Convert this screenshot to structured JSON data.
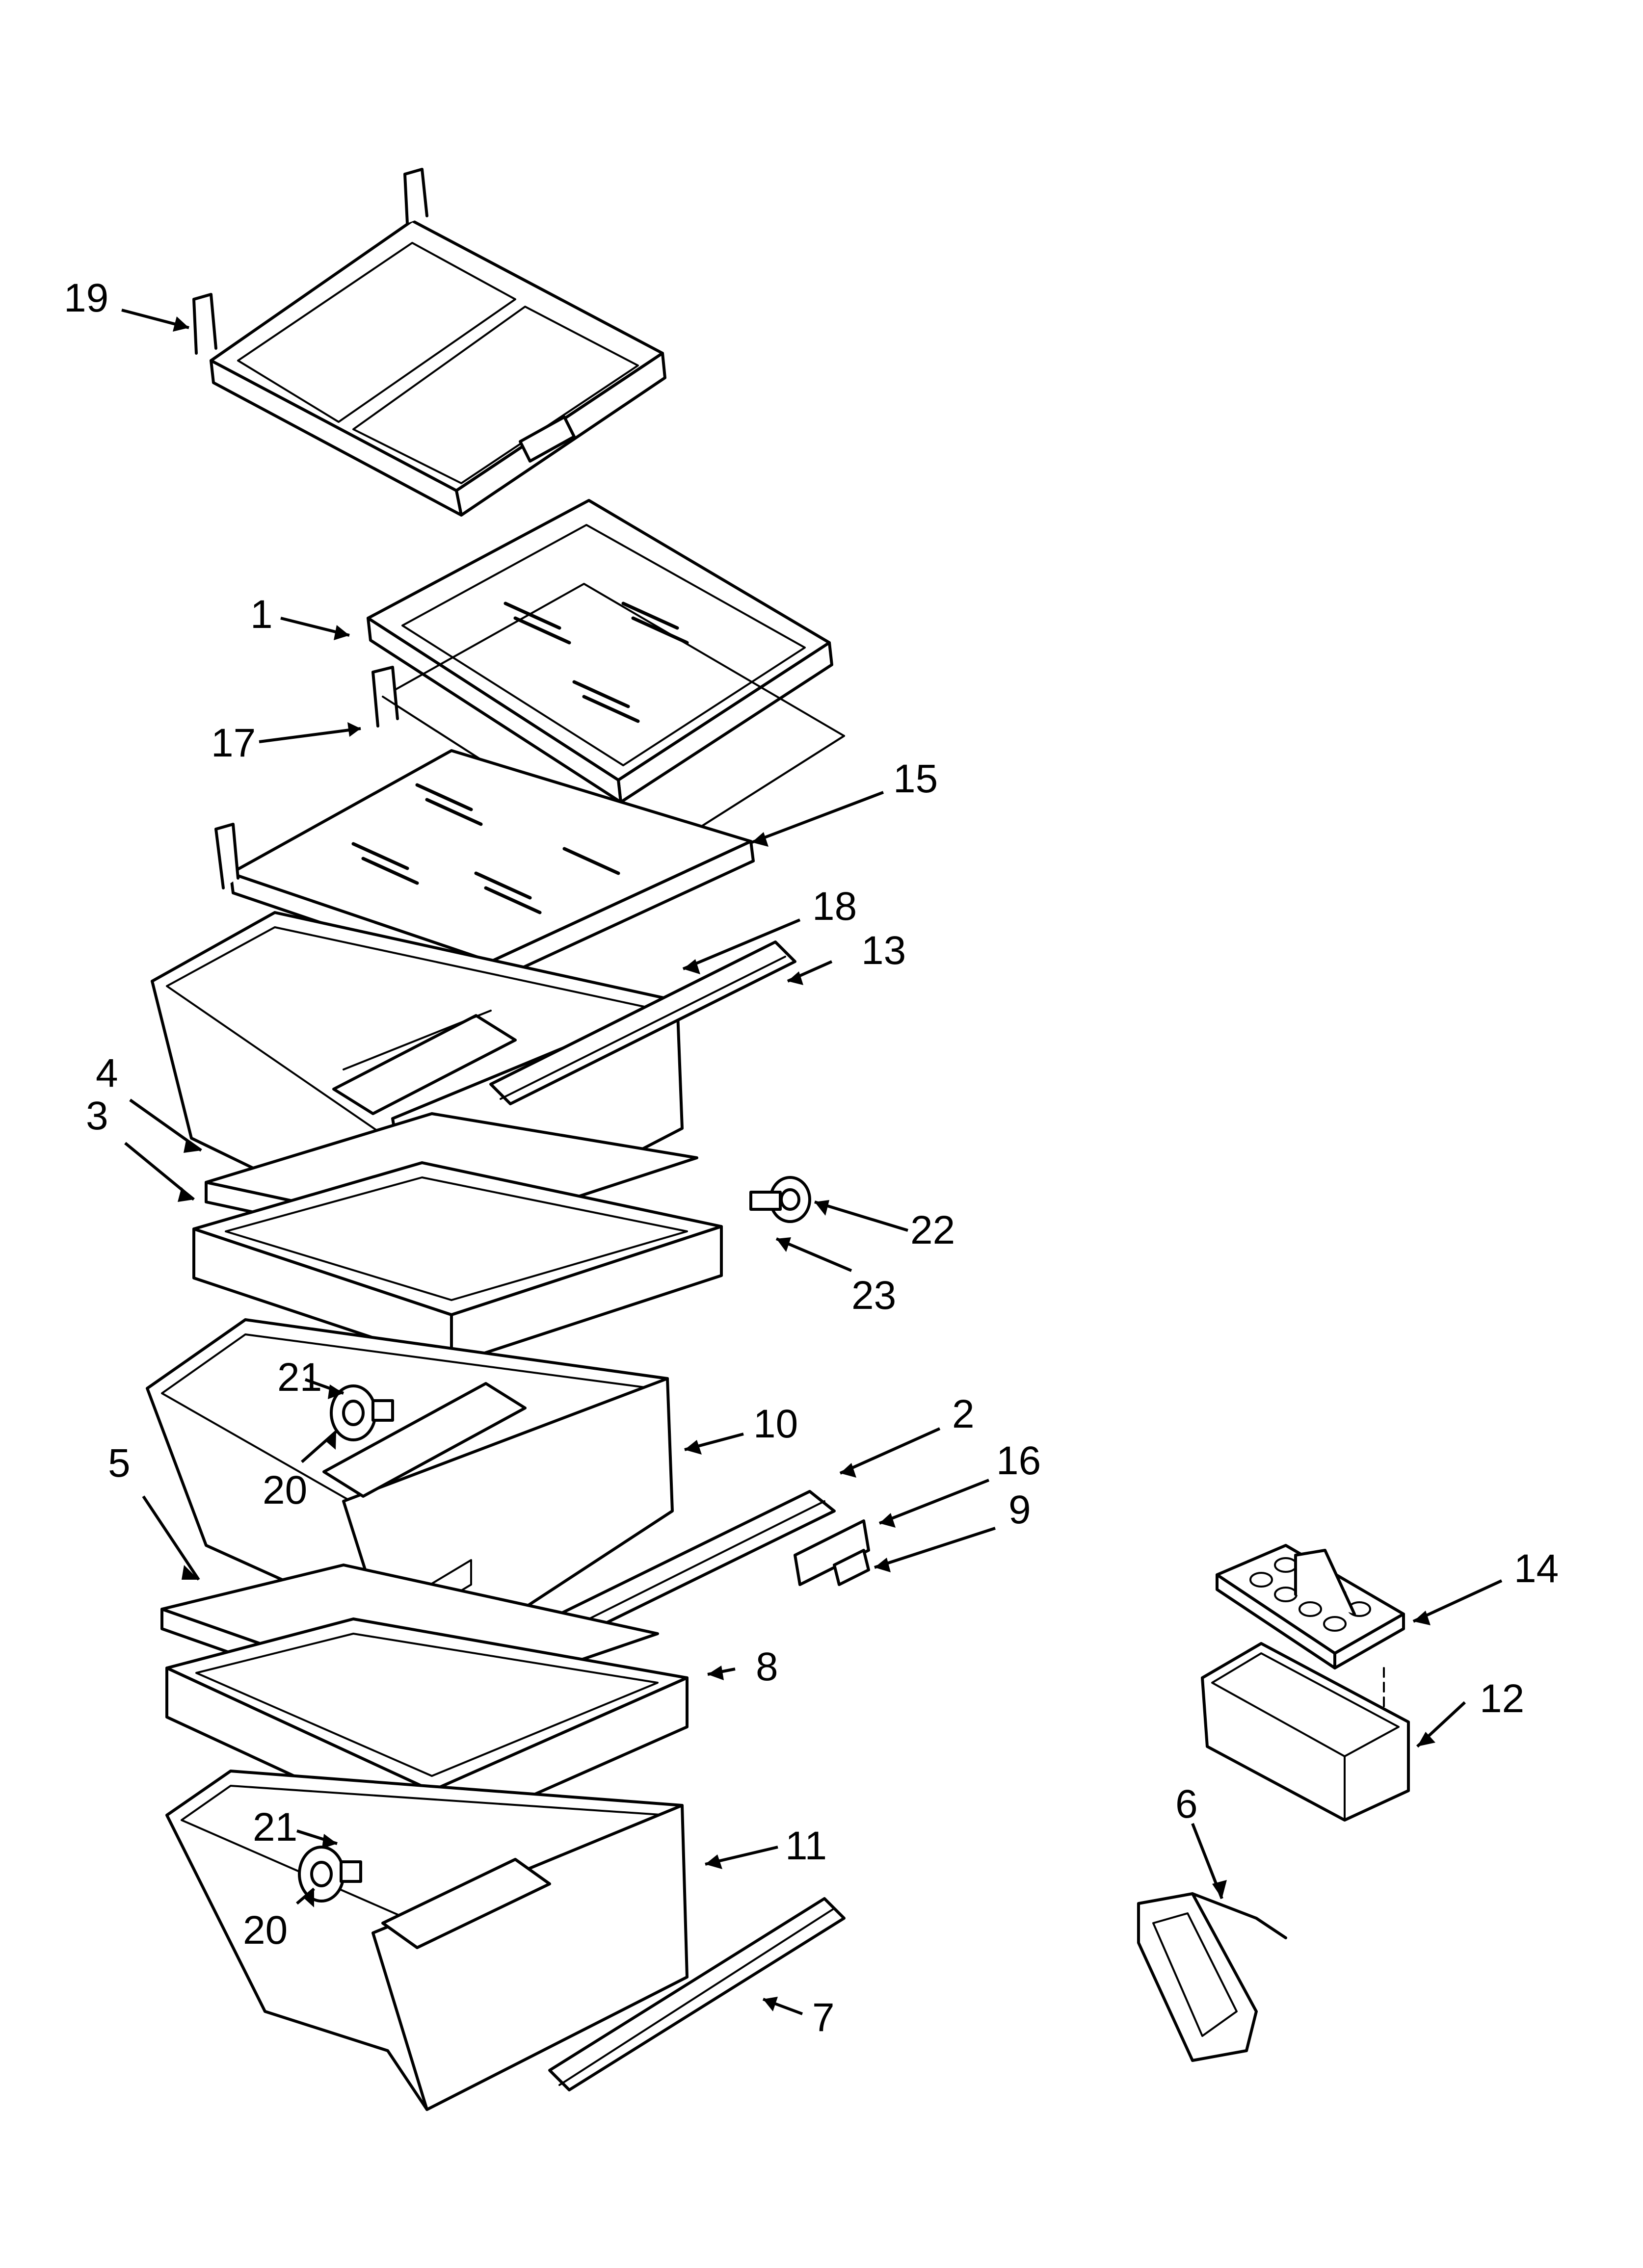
{
  "callouts": [
    {
      "id": "19",
      "label": "19"
    },
    {
      "id": "1",
      "label": "1"
    },
    {
      "id": "17",
      "label": "17"
    },
    {
      "id": "15",
      "label": "15"
    },
    {
      "id": "18",
      "label": "18"
    },
    {
      "id": "13",
      "label": "13"
    },
    {
      "id": "4",
      "label": "4"
    },
    {
      "id": "3",
      "label": "3"
    },
    {
      "id": "22",
      "label": "22"
    },
    {
      "id": "23",
      "label": "23"
    },
    {
      "id": "21a",
      "label": "21"
    },
    {
      "id": "20a",
      "label": "20"
    },
    {
      "id": "10",
      "label": "10"
    },
    {
      "id": "2",
      "label": "2"
    },
    {
      "id": "16",
      "label": "16"
    },
    {
      "id": "9",
      "label": "9"
    },
    {
      "id": "5",
      "label": "5"
    },
    {
      "id": "8",
      "label": "8"
    },
    {
      "id": "14",
      "label": "14"
    },
    {
      "id": "12",
      "label": "12"
    },
    {
      "id": "21b",
      "label": "21"
    },
    {
      "id": "20b",
      "label": "20"
    },
    {
      "id": "11",
      "label": "11"
    },
    {
      "id": "6",
      "label": "6"
    },
    {
      "id": "7",
      "label": "7"
    }
  ]
}
